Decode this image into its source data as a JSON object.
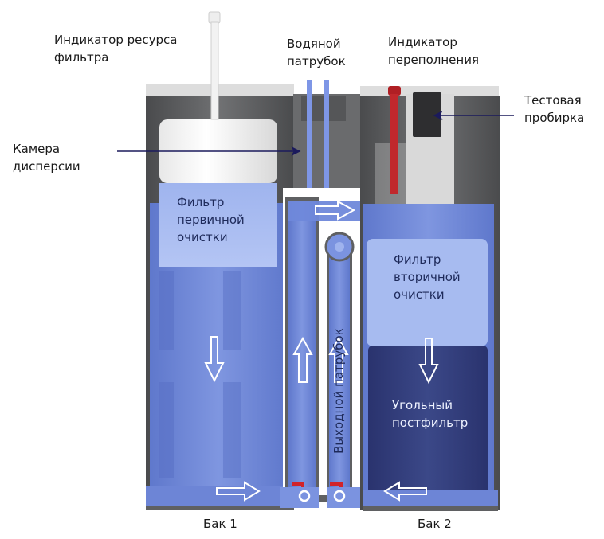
{
  "title": "Схема потока воды через систему фильтрации",
  "labels": {
    "filter_indicator": [
      "Индикатор ресурса",
      "фильтра"
    ],
    "water_nozzle": [
      "Водяной",
      "патрубок"
    ],
    "overflow_indicator": [
      "Индикатор",
      "переполнения"
    ],
    "test_tube": [
      "Тестовая",
      "пробирка"
    ],
    "dispersion_chamber": [
      "Камера",
      "дисперсии"
    ],
    "primary_filter": [
      "Фильтр",
      "первичной",
      "очистки"
    ],
    "secondary_filter": [
      "Фильтр",
      "вторичной",
      "очистки"
    ],
    "carbon_postfilter": [
      "Угольный",
      "постфильтр"
    ],
    "outlet_nozzle": "Выходной патрубок",
    "tank_1": "Бак 1",
    "tank_2": "Бак 2"
  },
  "flow_arrows": [
    {
      "name": "flow-arrow-tank1-down",
      "direction": "down"
    },
    {
      "name": "flow-arrow-tank1-bottom-right",
      "direction": "right"
    },
    {
      "name": "flow-arrow-riser-up",
      "direction": "up"
    },
    {
      "name": "flow-arrow-top-channel-right",
      "direction": "right"
    },
    {
      "name": "flow-arrow-tank2-down",
      "direction": "down"
    },
    {
      "name": "flow-arrow-tank2-bottom-left",
      "direction": "left"
    },
    {
      "name": "flow-arrow-outlet-up",
      "direction": "up"
    }
  ],
  "colors": {
    "housing_dark": "#5f6062",
    "housing_light": "#dcdcdc",
    "water": "#6f86d6",
    "water_light": "#a9bcf0",
    "carbon": "#2f3a78",
    "overflow_indicator": "#c0282c",
    "test_tube": "#2e2e30",
    "pointer": "#1b1a5c"
  }
}
